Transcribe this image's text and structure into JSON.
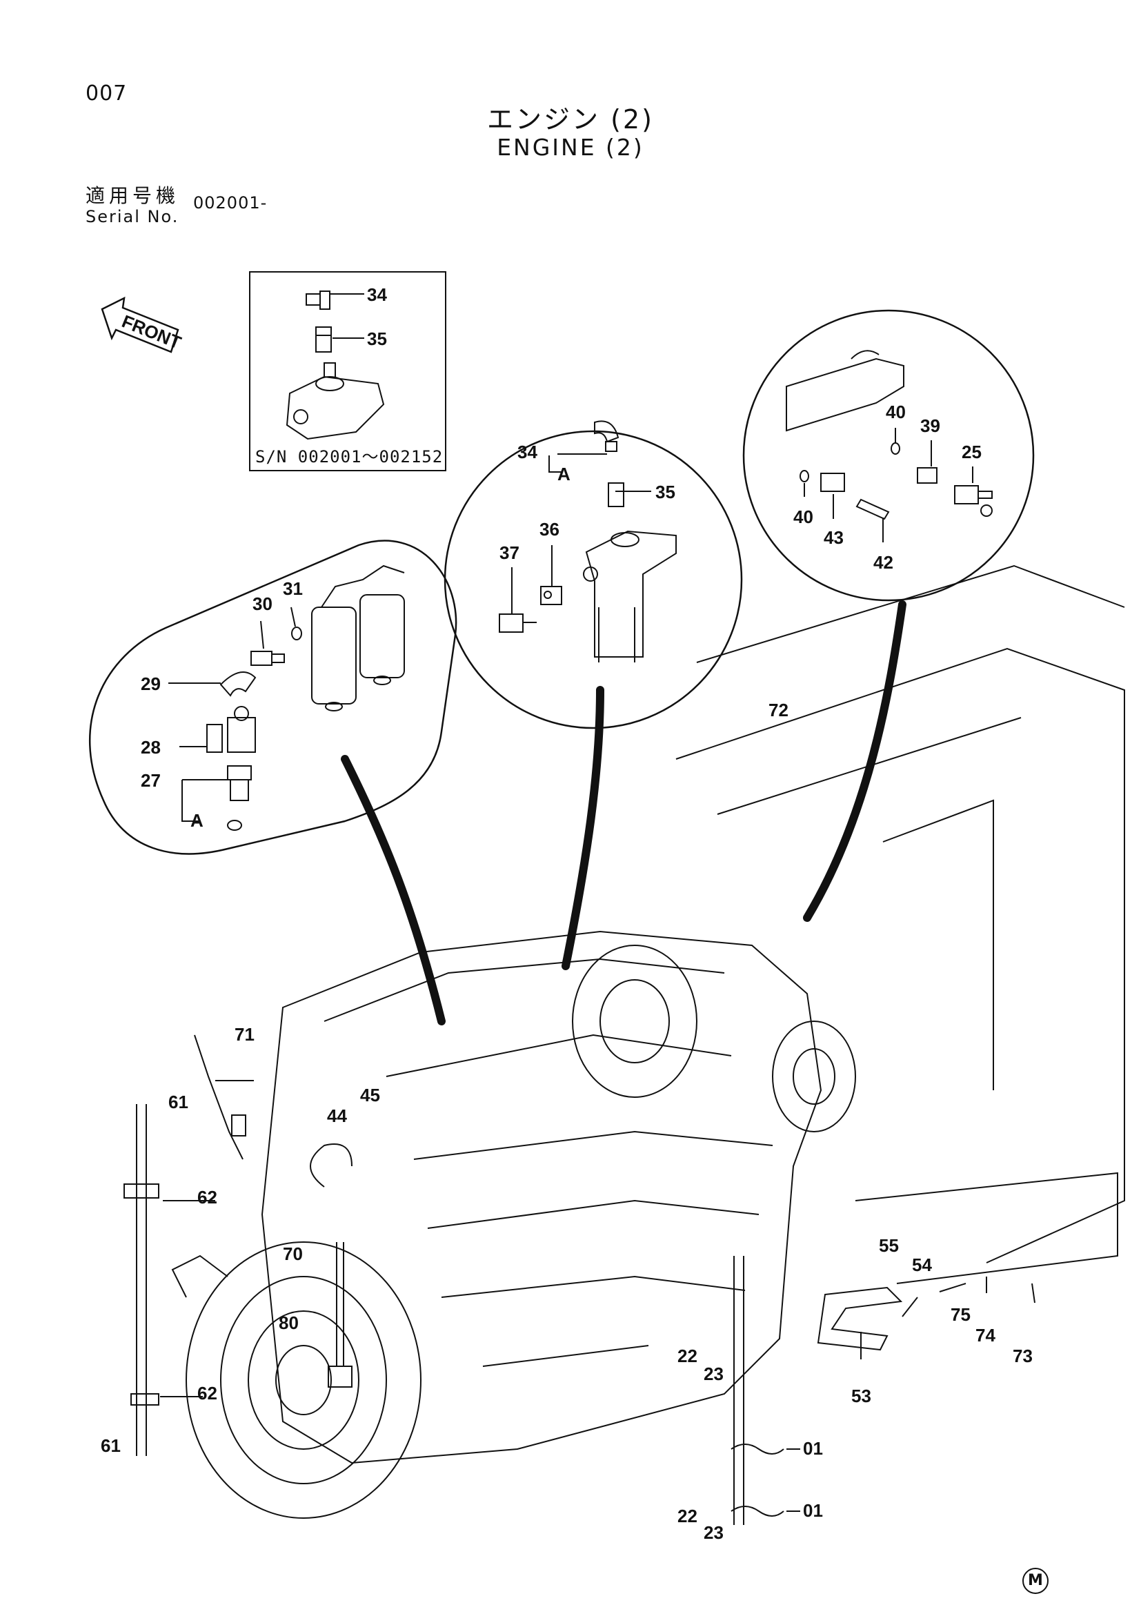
{
  "header": {
    "page_number": "007",
    "title_jp": "エンジン (2)",
    "title_en": "ENGINE (2)",
    "serial_label_jp": "適用号機",
    "serial_label_en": "Serial No.",
    "serial_value": "002001-"
  },
  "diagram": {
    "front_label": "FRONT",
    "inset_label": "S/N  002001～002152",
    "ref_mark": "A",
    "corner_mark": "M",
    "callouts": [
      "34",
      "35",
      "34",
      "35",
      "36",
      "37",
      "30",
      "31",
      "29",
      "28",
      "27",
      "40",
      "39",
      "25",
      "40",
      "43",
      "42",
      "72",
      "71",
      "45",
      "44",
      "61",
      "62",
      "70",
      "80",
      "62",
      "61",
      "55",
      "54",
      "75",
      "74",
      "73",
      "53",
      "22",
      "23",
      "01",
      "22",
      "23",
      "01"
    ]
  }
}
